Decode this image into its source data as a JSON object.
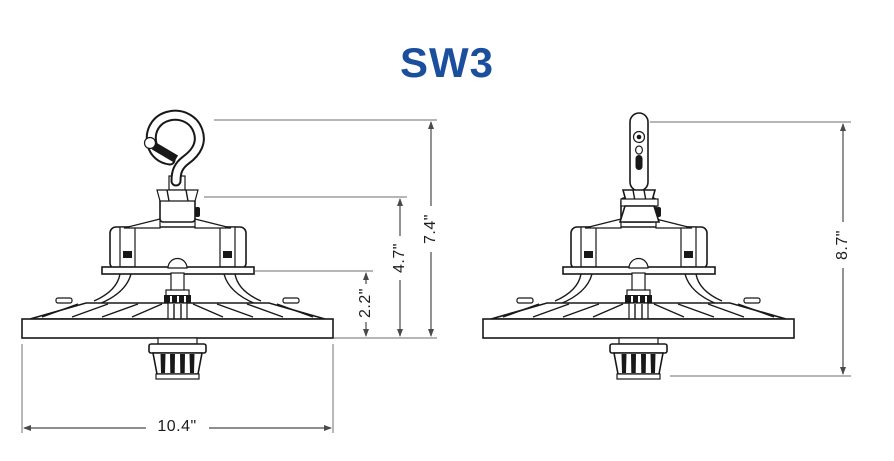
{
  "title": "SW3",
  "colors": {
    "title_blue": "#1b4f9e",
    "line_black": "#181818",
    "dimension_gray": "#4a4a4a"
  },
  "views": {
    "front": {
      "dimensions": {
        "overall_height": "7.4\"",
        "upper_assembly_height": "4.7\"",
        "mount_bracket_height": "2.2\"",
        "width": "10.4\""
      }
    },
    "side": {
      "dimensions": {
        "overall_height": "8.7\""
      }
    }
  }
}
